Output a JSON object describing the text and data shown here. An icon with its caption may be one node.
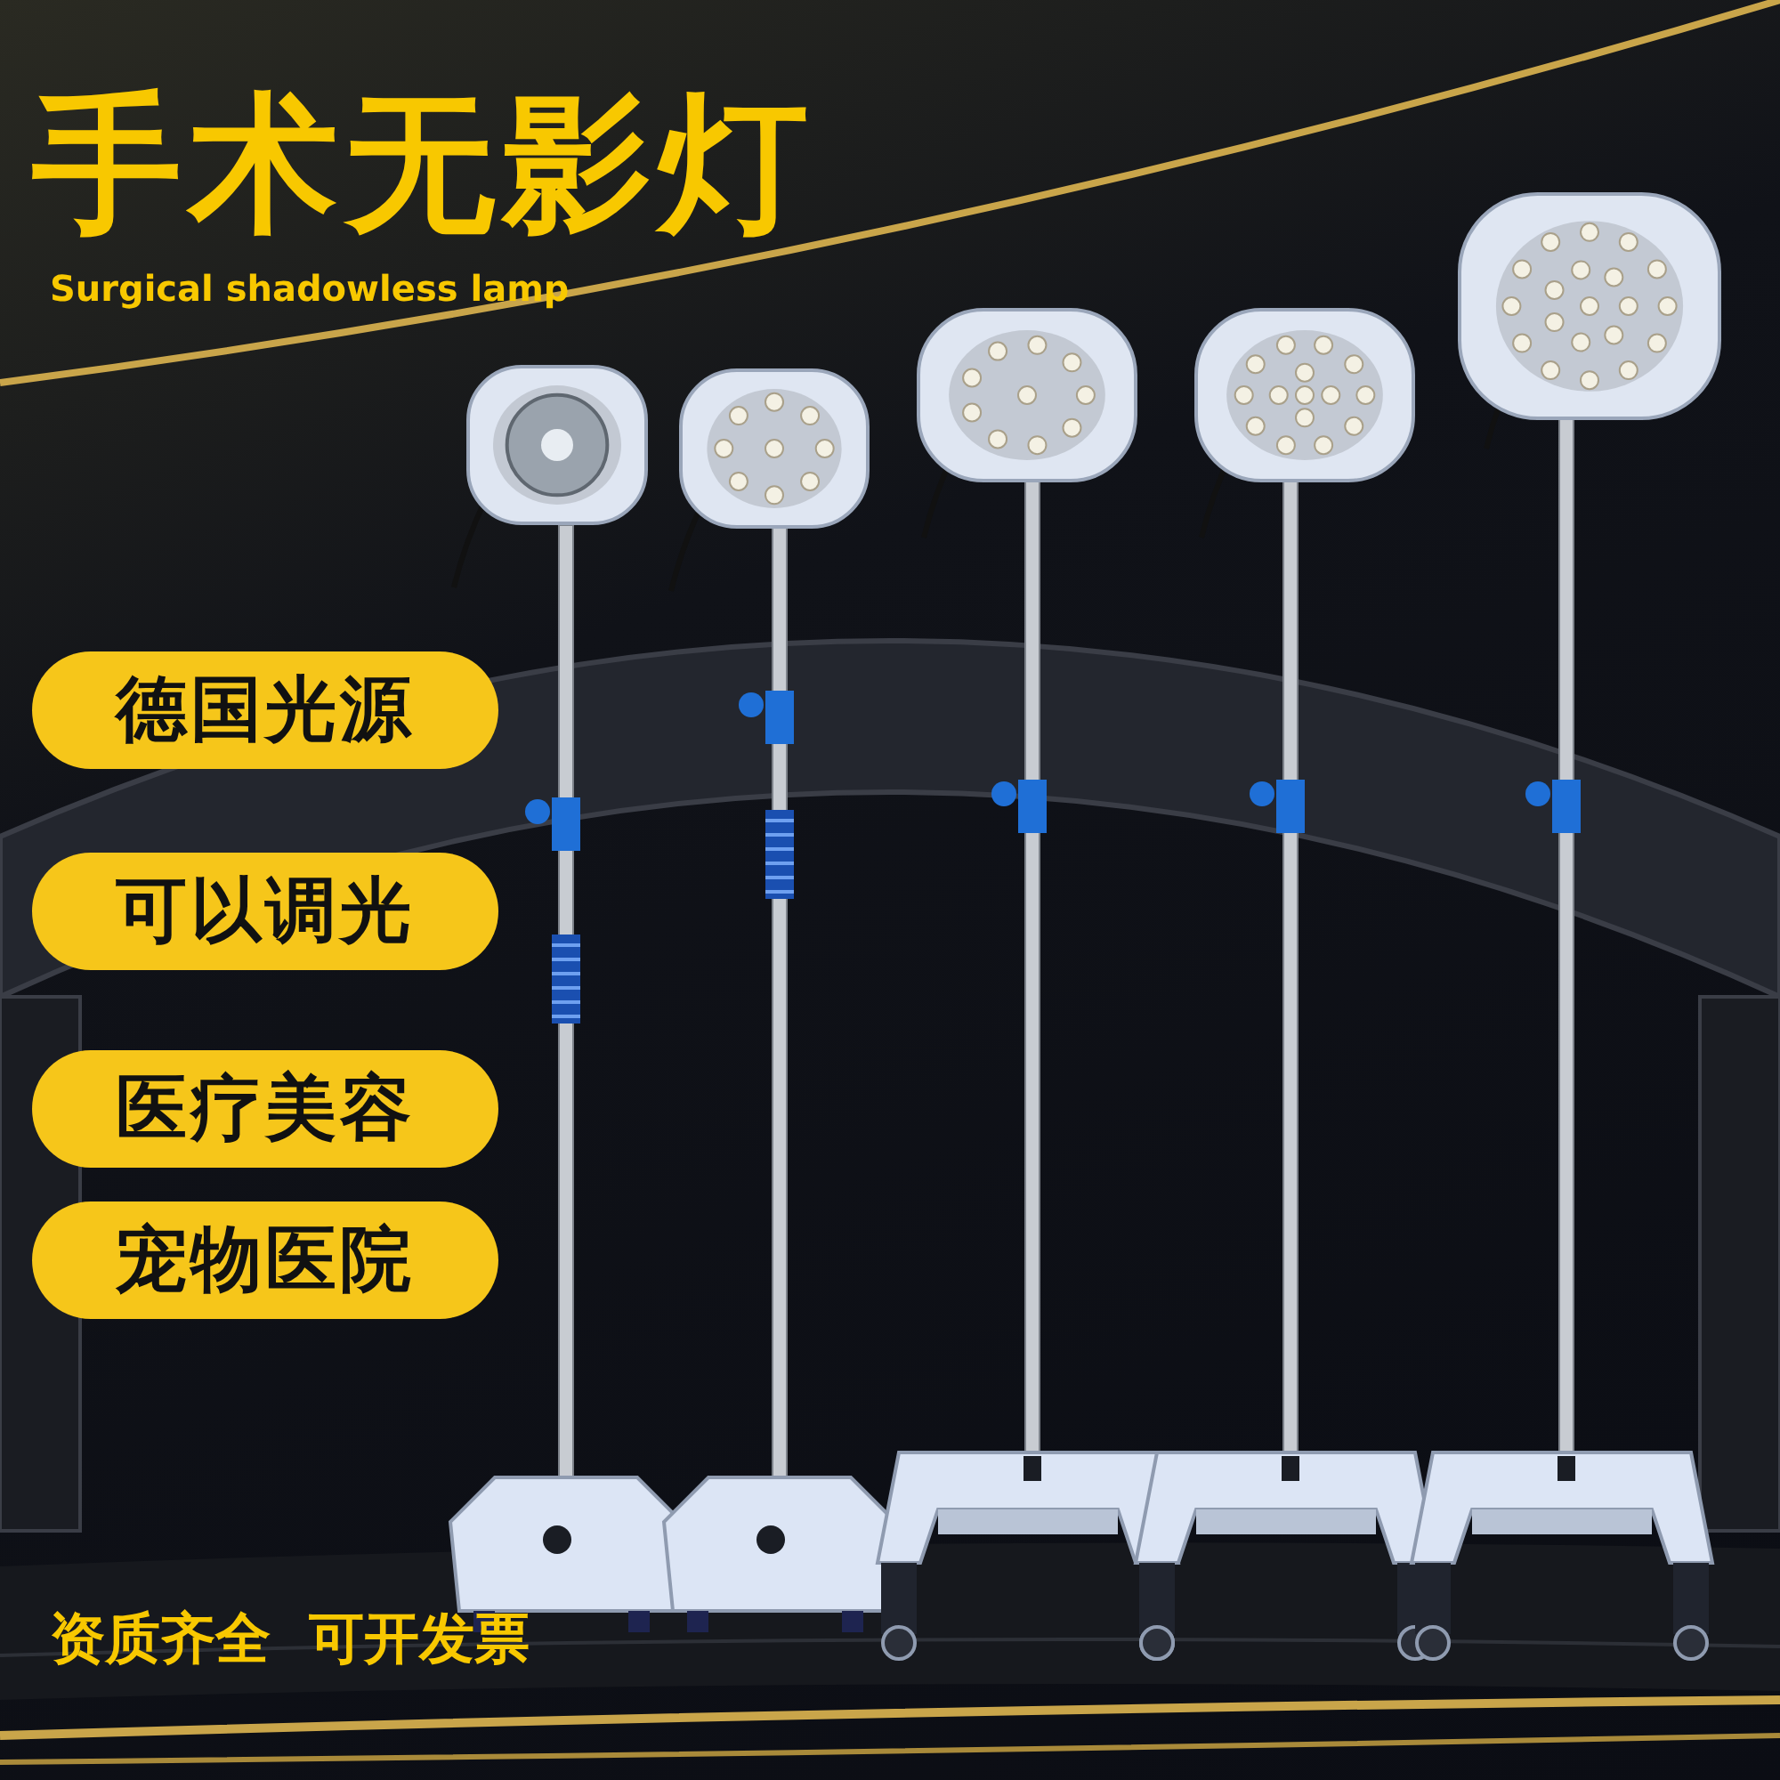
{
  "diagram": {
    "title": "手术无影灯",
    "nodes": [
      {
        "text": [
          "德国光源"
        ]
      },
      {
        "text": [
          "可以调光"
        ]
      },
      {
        "text": [
          "医疗美容"
        ]
      },
      {
        "text": [
          "宠物医院"
        ]
      }
    ],
    "labels": [
      "Surgical shadowless lamp",
      "资质齐全  可开发票"
    ]
  }
}
